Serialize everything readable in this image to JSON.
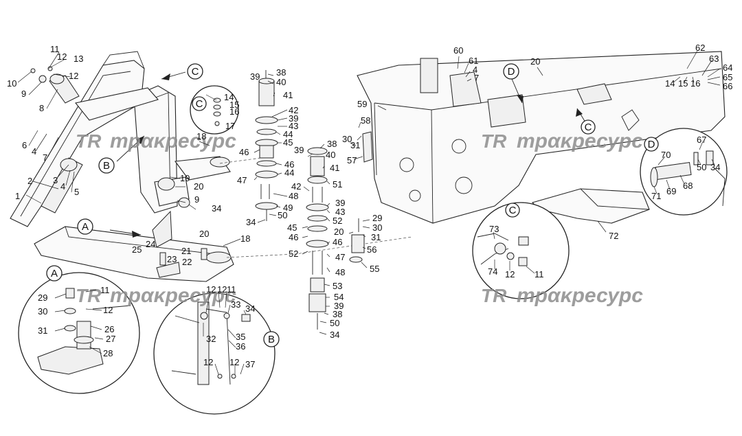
{
  "watermark": {
    "text": "трακресурс",
    "logo": "TR"
  },
  "view_labels": {
    "A": "A",
    "B": "B",
    "C": "C",
    "D": "D"
  },
  "callouts": {
    "n1": "1",
    "n2": "2",
    "n3": "3",
    "n4": "4",
    "n5": "5",
    "n6": "6",
    "n7": "7",
    "n8": "8",
    "n9": "9",
    "n10": "10",
    "n11": "11",
    "n12": "12",
    "n13": "13",
    "n14": "14",
    "n15": "15",
    "n16": "16",
    "n17": "17",
    "n18": "18",
    "n19": "19",
    "n20": "20",
    "n21": "21",
    "n22": "22",
    "n23": "23",
    "n24": "24",
    "n25": "25",
    "n26": "26",
    "n27": "27",
    "n28": "28",
    "n29": "29",
    "n30": "30",
    "n31": "31",
    "n32": "32",
    "n33": "33",
    "n34": "34",
    "n35": "35",
    "n36": "36",
    "n37": "37",
    "n38": "38",
    "n39": "39",
    "n40": "40",
    "n41": "41",
    "n42": "42",
    "n43": "43",
    "n44": "44",
    "n45": "45",
    "n46": "46",
    "n47": "47",
    "n48": "48",
    "n49": "49",
    "n50": "50",
    "n51": "51",
    "n52": "52",
    "n53": "53",
    "n54": "54",
    "n55": "55",
    "n56": "56",
    "n57": "57",
    "n58": "58",
    "n59": "59",
    "n60": "60",
    "n61": "61",
    "n62": "62",
    "n63": "63",
    "n64": "64",
    "n65": "65",
    "n66": "66",
    "n67": "67",
    "n68": "68",
    "n69": "69",
    "n70": "70",
    "n71": "71",
    "n72": "72",
    "n73": "73",
    "n74": "74"
  }
}
